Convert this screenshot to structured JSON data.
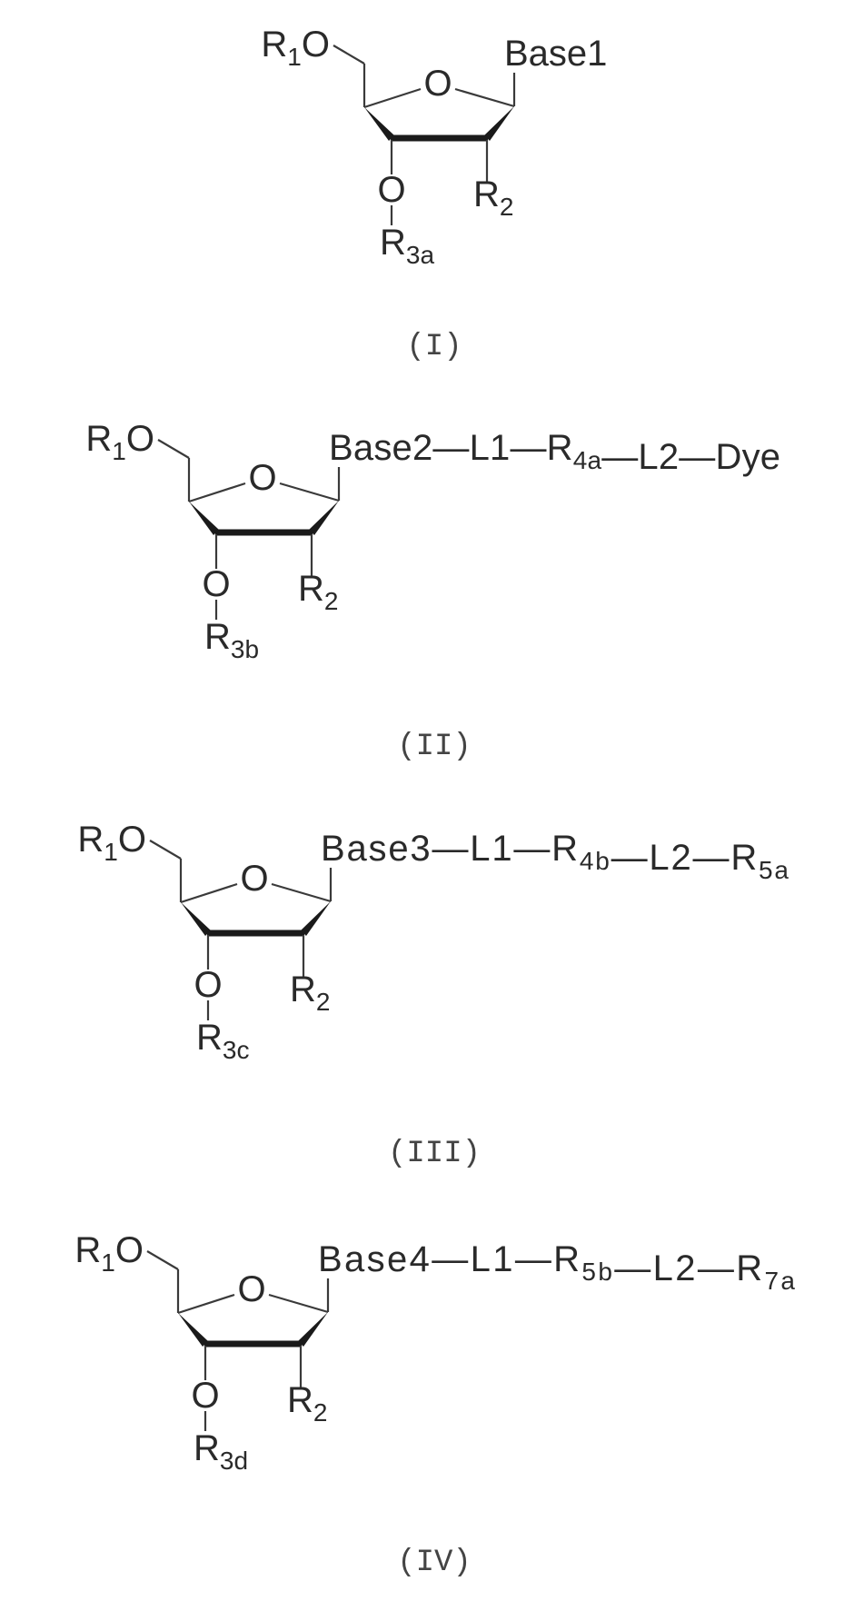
{
  "bond_symbol": "—",
  "structures": [
    {
      "label": "(I)",
      "r1": {
        "main": "R",
        "sub": "1"
      },
      "o5": "O",
      "ring_o": "O",
      "o3": "O",
      "r3": {
        "main": "R",
        "sub": "3a"
      },
      "r2": {
        "main": "R",
        "sub": "2"
      },
      "chain": [
        {
          "main": "Base1",
          "sub": ""
        }
      ]
    },
    {
      "label": "(II)",
      "r1": {
        "main": "R",
        "sub": "1"
      },
      "o5": "O",
      "ring_o": "O",
      "o3": "O",
      "r3": {
        "main": "R",
        "sub": "3b"
      },
      "r2": {
        "main": "R",
        "sub": "2"
      },
      "chain": [
        {
          "main": "Base2",
          "sub": ""
        },
        {
          "main": "L1",
          "sub": ""
        },
        {
          "main": "R",
          "sub": "4a"
        },
        {
          "main": "L2",
          "sub": ""
        },
        {
          "main": "Dye",
          "sub": ""
        }
      ]
    },
    {
      "label": "(III)",
      "r1": {
        "main": "R",
        "sub": "1"
      },
      "o5": "O",
      "ring_o": "O",
      "o3": "O",
      "r3": {
        "main": "R",
        "sub": "3c"
      },
      "r2": {
        "main": "R",
        "sub": "2"
      },
      "chain": [
        {
          "main": "Base3",
          "sub": ""
        },
        {
          "main": "L1",
          "sub": ""
        },
        {
          "main": "R",
          "sub": "4b"
        },
        {
          "main": "L2",
          "sub": ""
        },
        {
          "main": "R",
          "sub": "5a"
        }
      ]
    },
    {
      "label": "(IV)",
      "r1": {
        "main": "R",
        "sub": "1"
      },
      "o5": "O",
      "ring_o": "O",
      "o3": "O",
      "r3": {
        "main": "R",
        "sub": "3d"
      },
      "r2": {
        "main": "R",
        "sub": "2"
      },
      "chain": [
        {
          "main": "Base4",
          "sub": ""
        },
        {
          "main": "L1",
          "sub": ""
        },
        {
          "main": "R",
          "sub": "5b"
        },
        {
          "main": "L2",
          "sub": ""
        },
        {
          "main": "R",
          "sub": "7a"
        }
      ]
    }
  ]
}
